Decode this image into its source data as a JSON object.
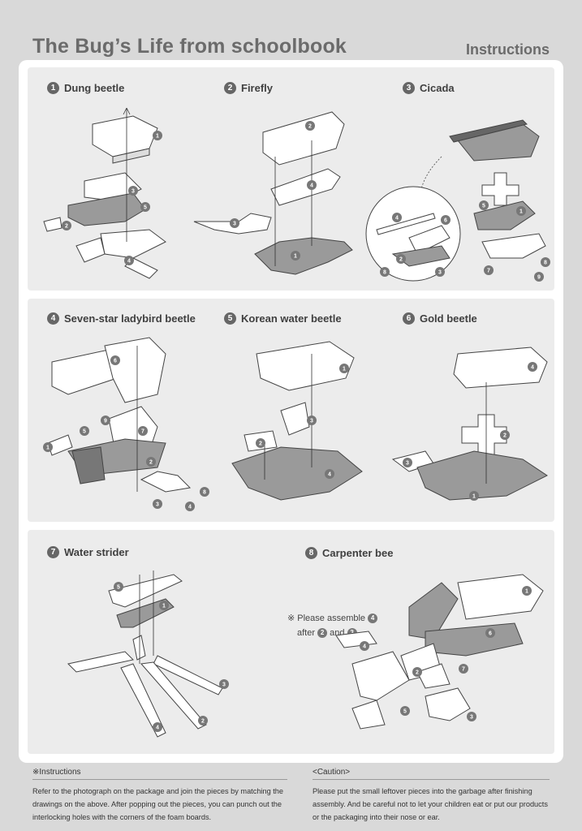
{
  "header": {
    "title": "The Bug’s Life from schoolbook",
    "label": "Instructions"
  },
  "bugs": [
    {
      "number": "1",
      "name": "Dung beetle"
    },
    {
      "number": "2",
      "name": "Firefly"
    },
    {
      "number": "3",
      "name": "Cicada"
    },
    {
      "number": "4",
      "name": "Seven-star ladybird beetle"
    },
    {
      "number": "5",
      "name": "Korean water beetle"
    },
    {
      "number": "6",
      "name": "Gold beetle"
    },
    {
      "number": "7",
      "name": "Water strider"
    },
    {
      "number": "8",
      "name": "Carpenter bee"
    }
  ],
  "bee_note": {
    "prefix": "※ Please assemble",
    "step": "4",
    "after": "after",
    "first": "2",
    "and": "and",
    "second": "3"
  },
  "part_labels": {
    "dung_beetle": [
      "1",
      "3",
      "5",
      "2",
      "4"
    ],
    "firefly": [
      "2",
      "4",
      "3",
      "1"
    ],
    "cicada": [
      "4",
      "6",
      "2",
      "8",
      "3",
      "5",
      "1",
      "7",
      "9",
      "8"
    ],
    "ladybird": [
      "6",
      "7",
      "9",
      "5",
      "1",
      "2",
      "3",
      "4",
      "8"
    ],
    "water_beetle": [
      "1",
      "3",
      "2",
      "4"
    ],
    "gold_beetle": [
      "4",
      "2",
      "3",
      "1"
    ],
    "water_strider": [
      "5",
      "1",
      "3",
      "4",
      "2"
    ],
    "carpenter_bee": [
      "1",
      "6",
      "4",
      "2",
      "7",
      "5",
      "3"
    ]
  },
  "footer": {
    "instructions_heading": "※Instructions",
    "instructions_text": "Refer to the photograph on the package and join the pieces by matching the drawings on the above. After popping out the pieces, you can punch out the interlocking holes with the corners of the foam boards.",
    "caution_heading": "<Caution>",
    "caution_text": "Please put the small leftover pieces into the garbage after finishing assembly. And be careful not to let your children eat or put our products or the packaging into their nose or ear."
  },
  "colors": {
    "background": "#d9d9d9",
    "panel": "#ececec",
    "badge": "#666666",
    "part_fill_light": "#ffffff",
    "part_fill_dark": "#9a9a9a"
  }
}
